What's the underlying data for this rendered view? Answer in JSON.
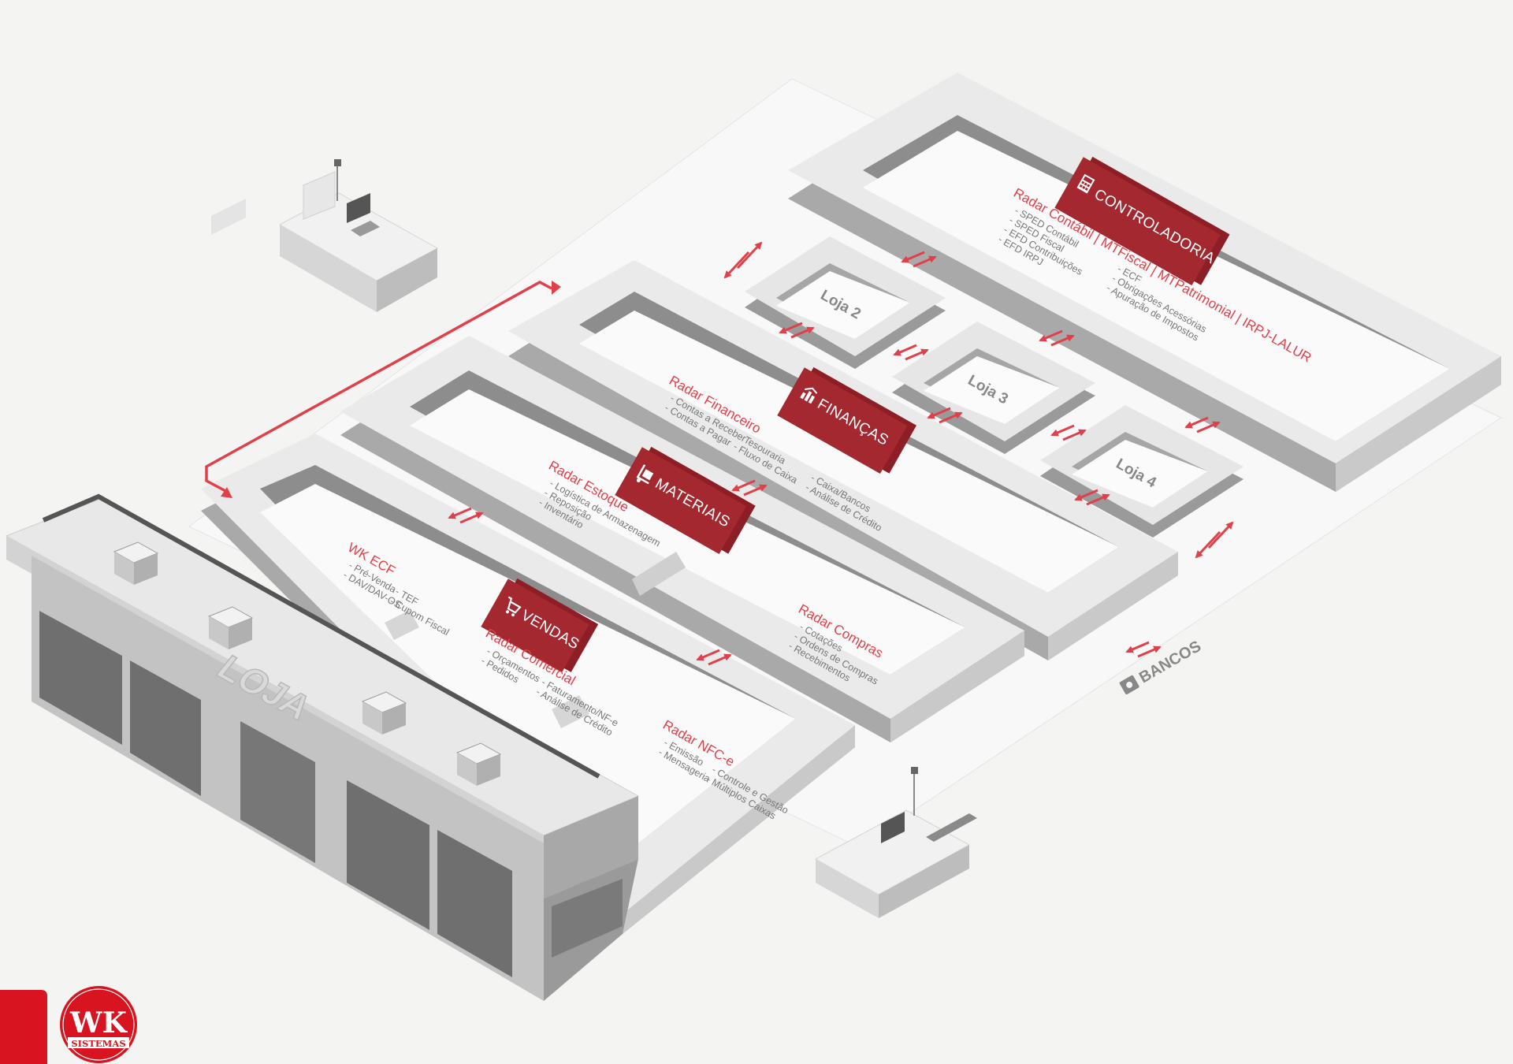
{
  "store_sign": "LOJA",
  "bancos": "BANCOS",
  "branches": [
    "Loja 2",
    "Loja 3",
    "Loja 4"
  ],
  "logo": {
    "main": "WK",
    "sub": "SISTEMAS"
  },
  "departments": {
    "vendas": {
      "sign": "VENDAS",
      "modules": [
        {
          "title": "WK ECF",
          "cols": [
            [
              "- Pré-Venda",
              "- DAV/DAV-OS"
            ],
            [
              "- TEF",
              "- Cupom Fiscal"
            ]
          ]
        },
        {
          "title": "Radar Comercial",
          "cols": [
            [
              "- Orçamentos",
              "- Pedidos"
            ],
            [
              "- Faturamento/NF-e",
              "- Análise de Crédito"
            ]
          ]
        },
        {
          "title": "Radar NFC-e",
          "cols": [
            [
              "- Emissão",
              "- Mensageria"
            ],
            [
              "- Controle e Gestão",
              "- Múltiplos Caixas"
            ]
          ]
        }
      ]
    },
    "materiais": {
      "sign": "MATERIAIS",
      "modules": [
        {
          "title": "Radar Estoque",
          "cols": [
            [
              "- Logística de Armazenagem",
              "- Reposição",
              "- Inventário"
            ]
          ]
        },
        {
          "title": "Radar Compras",
          "cols": [
            [
              "- Cotações",
              "- Ordens de Compras",
              "- Recebimentos"
            ]
          ]
        }
      ]
    },
    "financas": {
      "sign": "FINANÇAS",
      "modules": [
        {
          "title": "Radar Financeiro",
          "cols": [
            [
              "- Contas a Receber",
              "- Contas a Pagar"
            ],
            [
              "- Tesouraria",
              "- Fluxo de Caixa"
            ],
            [
              "- Caixa/Bancos",
              "- Análise de Crédito"
            ]
          ]
        }
      ]
    },
    "controladoria": {
      "sign": "CONTROLADORIA",
      "modules": [
        {
          "title": "Radar Contábil | MTFiscal | MTPatrimonial | IRPJ-LALUR",
          "cols": [
            [
              "- SPED Contábil",
              "- SPED Fiscal",
              "- EFD Contribuições",
              "- EFD IRPJ"
            ],
            [
              "- ECF",
              "- Obrigações Acessórias",
              "- Apuração de Impostos"
            ]
          ]
        }
      ]
    }
  },
  "colors": {
    "accent": "#e0404a",
    "sign": "#a3282f",
    "wall_top": "#e9e9e9",
    "wall_side": "#a9a9a9",
    "floor": "#f7f7f7",
    "background": "#f4f4f2"
  },
  "icons": [
    "cart-icon",
    "dolly-icon",
    "chart-icon",
    "calculator-icon",
    "safe-icon"
  ]
}
